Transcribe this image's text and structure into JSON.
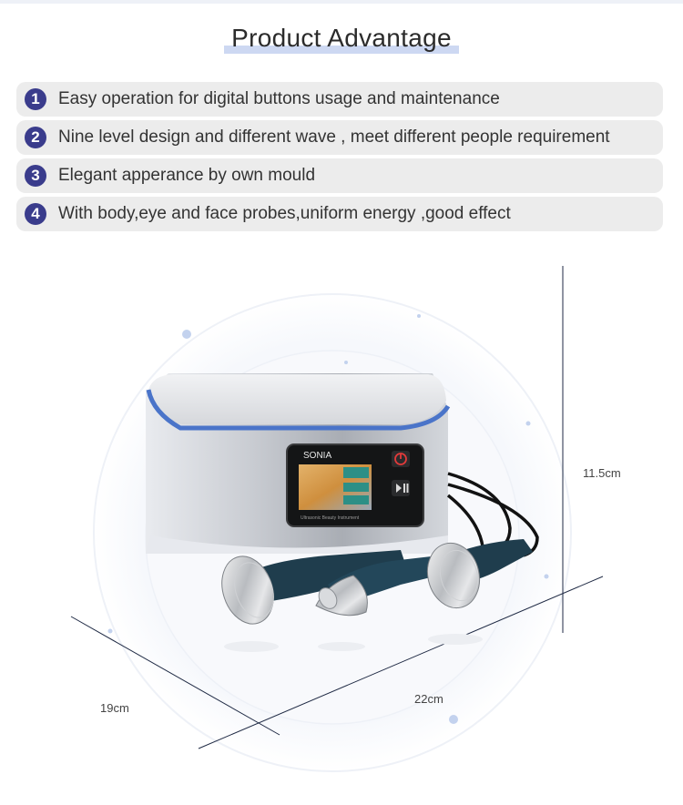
{
  "title": "Product Advantage",
  "features": [
    {
      "number": "1",
      "text": "Easy operation for digital buttons usage and maintenance"
    },
    {
      "number": "2",
      "text": "Nine level design and different wave , meet different people requirement"
    },
    {
      "number": "3",
      "text": "Elegant apperance by own mould"
    },
    {
      "number": "4",
      "text": "With body,eye and face probes,uniform energy ,good effect"
    }
  ],
  "device": {
    "brand": "SONIA",
    "screen_caption": "Ultrasonic Beauty Instrument"
  },
  "dimensions": {
    "height": "11.5cm",
    "depth": "19cm",
    "width": "22cm"
  },
  "colors": {
    "badge": "#3a3c8c",
    "feature_bg": "#ececec",
    "title_highlight": "#cdd8f2",
    "device_accent": "#4a74c9",
    "probe_handle": "#1f3d4d"
  },
  "icons": [
    "power-icon",
    "play-pause-icon"
  ]
}
